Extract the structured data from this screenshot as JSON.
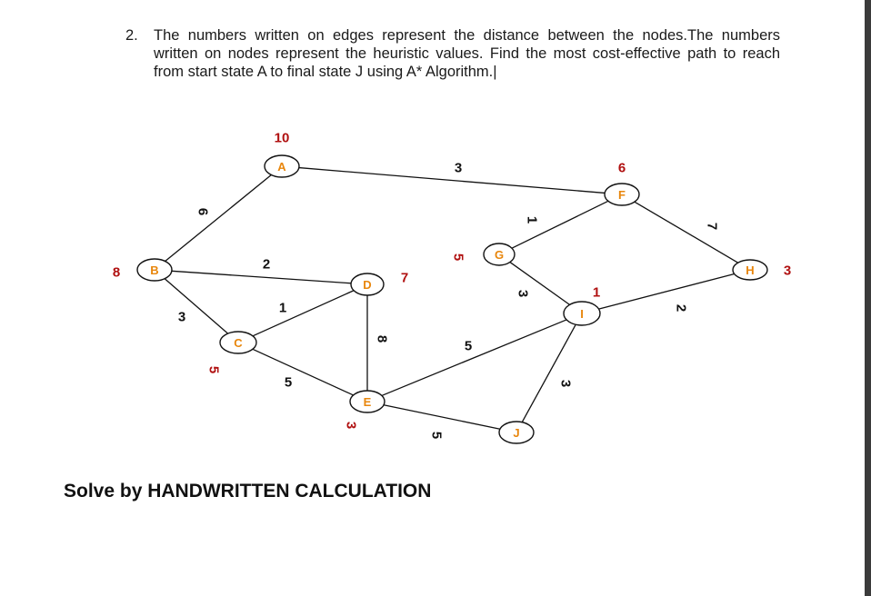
{
  "question": {
    "number": "2.",
    "text": "The numbers written on edges represent the distance between the nodes.The numbers written on nodes represent the heuristic values. Find the most cost-effective path to reach from start state A to final state J using A* Algorithm.|"
  },
  "graph": {
    "nodes": [
      {
        "id": "A",
        "h": "10"
      },
      {
        "id": "B",
        "h": "8"
      },
      {
        "id": "C",
        "h": "5"
      },
      {
        "id": "D",
        "h": "7"
      },
      {
        "id": "E",
        "h": "3"
      },
      {
        "id": "F",
        "h": "6"
      },
      {
        "id": "G",
        "h": "5"
      },
      {
        "id": "H",
        "h": "3"
      },
      {
        "id": "I",
        "h": "1"
      },
      {
        "id": "J",
        "h": ""
      }
    ],
    "edges": [
      {
        "from": "A",
        "to": "F",
        "weight": "3"
      },
      {
        "from": "A",
        "to": "B",
        "weight": "6"
      },
      {
        "from": "B",
        "to": "D",
        "weight": "2"
      },
      {
        "from": "B",
        "to": "C",
        "weight": "3"
      },
      {
        "from": "C",
        "to": "D",
        "weight": "1"
      },
      {
        "from": "C",
        "to": "E",
        "weight": "5"
      },
      {
        "from": "D",
        "to": "E",
        "weight": "8"
      },
      {
        "from": "E",
        "to": "I",
        "weight": "5"
      },
      {
        "from": "E",
        "to": "J",
        "weight": "5"
      },
      {
        "from": "F",
        "to": "G",
        "weight": "1"
      },
      {
        "from": "F",
        "to": "H",
        "weight": "7"
      },
      {
        "from": "G",
        "to": "I",
        "weight": "3"
      },
      {
        "from": "I",
        "to": "H",
        "weight": "2"
      },
      {
        "from": "I",
        "to": "J",
        "weight": "3"
      }
    ]
  },
  "instruction": "Solve by HANDWRITTEN CALCULATION",
  "colors": {
    "node_letter": "#e8860c",
    "heuristic": "#b01010",
    "text": "#1a1a1a"
  }
}
